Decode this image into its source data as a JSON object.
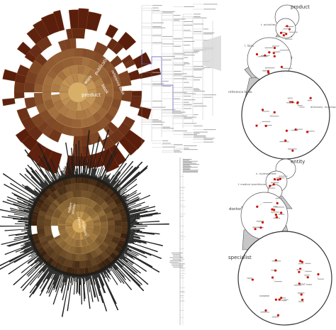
{
  "colors": {
    "sun_inner": "#d0a45e",
    "sun_outer": "#5a1e0c",
    "sun_dark": "#1c1c1a",
    "tree_line": "#5a5ad0",
    "tree_text": "#8a8a8a",
    "bubble_stroke": "#555555",
    "bubble_fill": "#c7c7c7",
    "dot": "#cc1100"
  },
  "panels": {
    "sunburst_top": {
      "labels": {
        "center": "product",
        "l1": "work",
        "l2": "publication",
        "l3": "book",
        "l4": "reference book"
      }
    },
    "sunburst_bottom": {
      "labels": {
        "a": "expert",
        "b": "worker",
        "c": "person",
        "d": "organism"
      }
    },
    "bubbles_top": {
      "labels": {
        "root": "product",
        "b1": "t. activities",
        "b2": "l. lines",
        "b3": "reference book"
      },
      "dot_labels": {
        "d1": "dictionary",
        "d2": "encyclopedia"
      }
    },
    "bubbles_bottom": {
      "labels": {
        "root": "entity",
        "b1": "n. hydrosphere",
        "b2": "f. medical practitioner",
        "b3": "doctor",
        "b4": "specialist"
      },
      "dot_labels": {
        "d1": "surgeon",
        "d2": "ENT man"
      }
    }
  }
}
